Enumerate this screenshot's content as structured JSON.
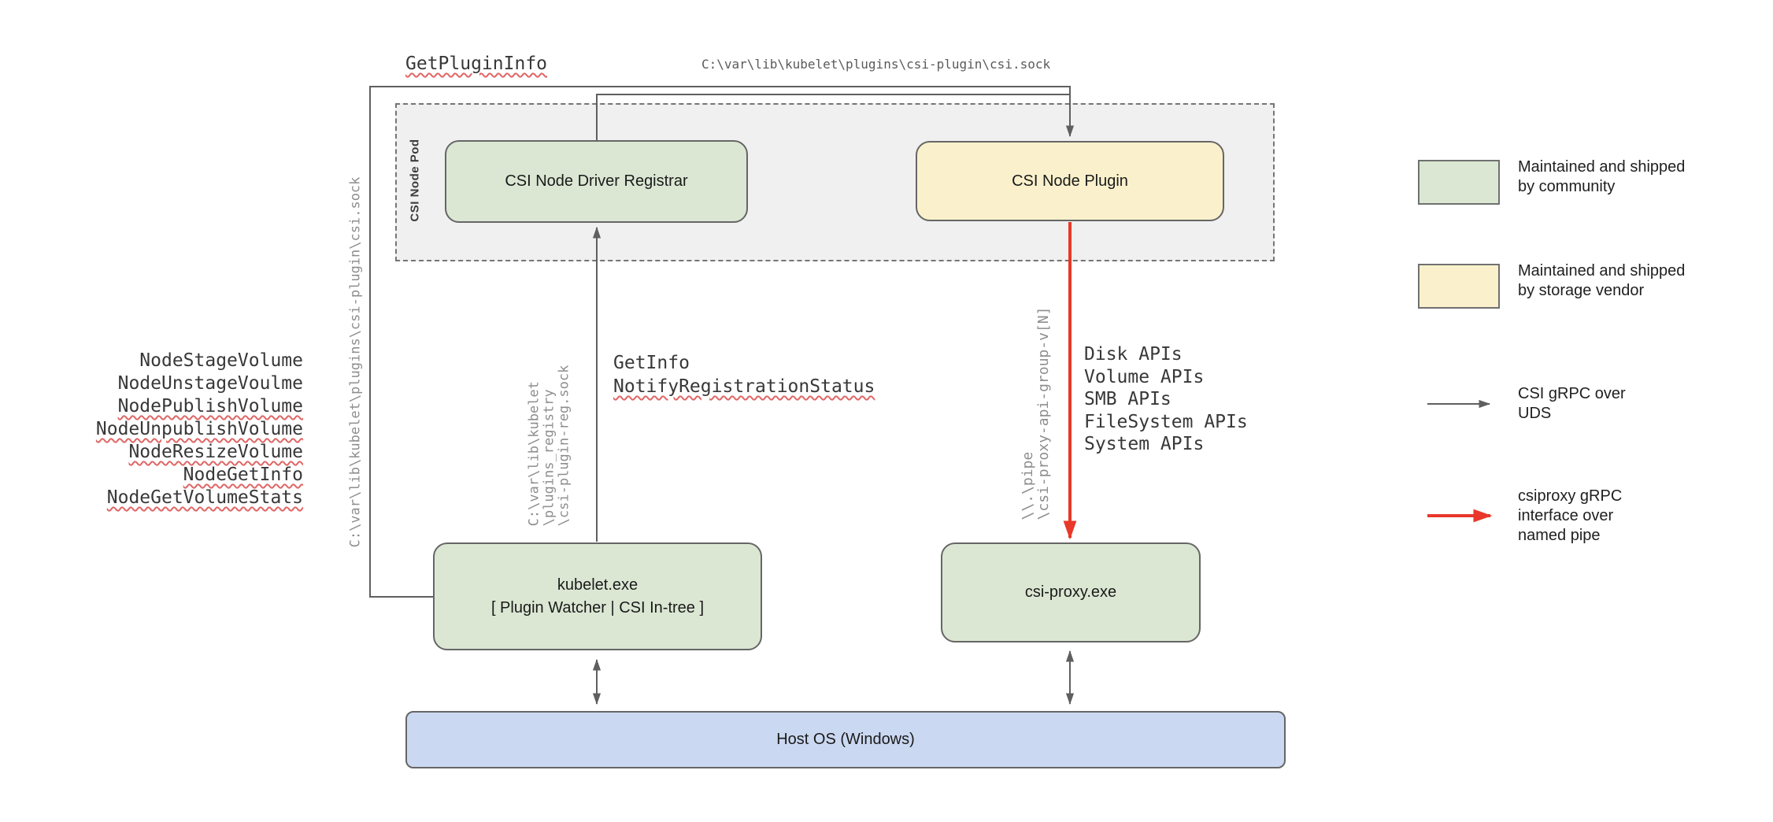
{
  "colors": {
    "community_green": "#dbe7d3",
    "vendor_yellow": "#faf1cc",
    "host_blue": "#cbd8f1",
    "pod_fill": "#f0f0f0",
    "line_gray": "#5f5f5f",
    "pipe_red": "#e8382a",
    "squiggle_red": "#e06666"
  },
  "pod": {
    "label": "CSI Node Pod"
  },
  "nodes": {
    "registrar": {
      "label": "CSI Node Driver Registrar"
    },
    "plugin": {
      "label": "CSI Node Plugin"
    },
    "kubelet": {
      "line1": "kubelet.exe",
      "line2": "[ Plugin Watcher | CSI In-tree ]"
    },
    "csiproxy": {
      "label": "csi-proxy.exe"
    },
    "hostos": {
      "label": "Host OS (Windows)"
    }
  },
  "labels": {
    "get_plugin_info": "GetPluginInfo",
    "csi_sock_path_top": "C:\\var\\lib\\kubelet\\plugins\\csi-plugin\\csi.sock",
    "csi_sock_path_left": "C:\\var\\lib\\kubelet\\plugins\\csi-plugin\\csi.sock",
    "registry_path": [
      "C:\\var\\lib\\kubelet",
      "\\plugins_registry",
      "\\csi-plugin-reg.sock"
    ],
    "pipe_path": [
      "\\\\.\\pipe",
      "\\csi-proxy-api-group-v[N]"
    ],
    "node_rpcs": [
      {
        "text": "NodeStageVolume",
        "squiggle": false
      },
      {
        "text": "NodeUnstageVoulme",
        "squiggle": false
      },
      {
        "text": "NodePublishVolume",
        "squiggle": true
      },
      {
        "text": "NodeUnpublishVolume",
        "squiggle": true
      },
      {
        "text": "NodeResizeVolume",
        "squiggle": true
      },
      {
        "text": "NodeGetInfo",
        "squiggle": true
      },
      {
        "text": "NodeGetVolumeStats",
        "squiggle": true
      }
    ],
    "registrar_rpcs": [
      {
        "text": "GetInfo",
        "squiggle": false
      },
      {
        "text": "NotifyRegistrationStatus",
        "squiggle": true
      }
    ],
    "proxy_apis": [
      "Disk APIs",
      "Volume APIs",
      "SMB APIs",
      "FileSystem APIs",
      "System APIs"
    ]
  },
  "legend": {
    "community": [
      "Maintained and shipped",
      "by community"
    ],
    "vendor": [
      "Maintained and shipped",
      "by storage vendor"
    ],
    "uds": [
      "CSI gRPC over",
      "UDS"
    ],
    "pipe": [
      "csiproxy gRPC",
      "interface over",
      "named pipe"
    ]
  }
}
